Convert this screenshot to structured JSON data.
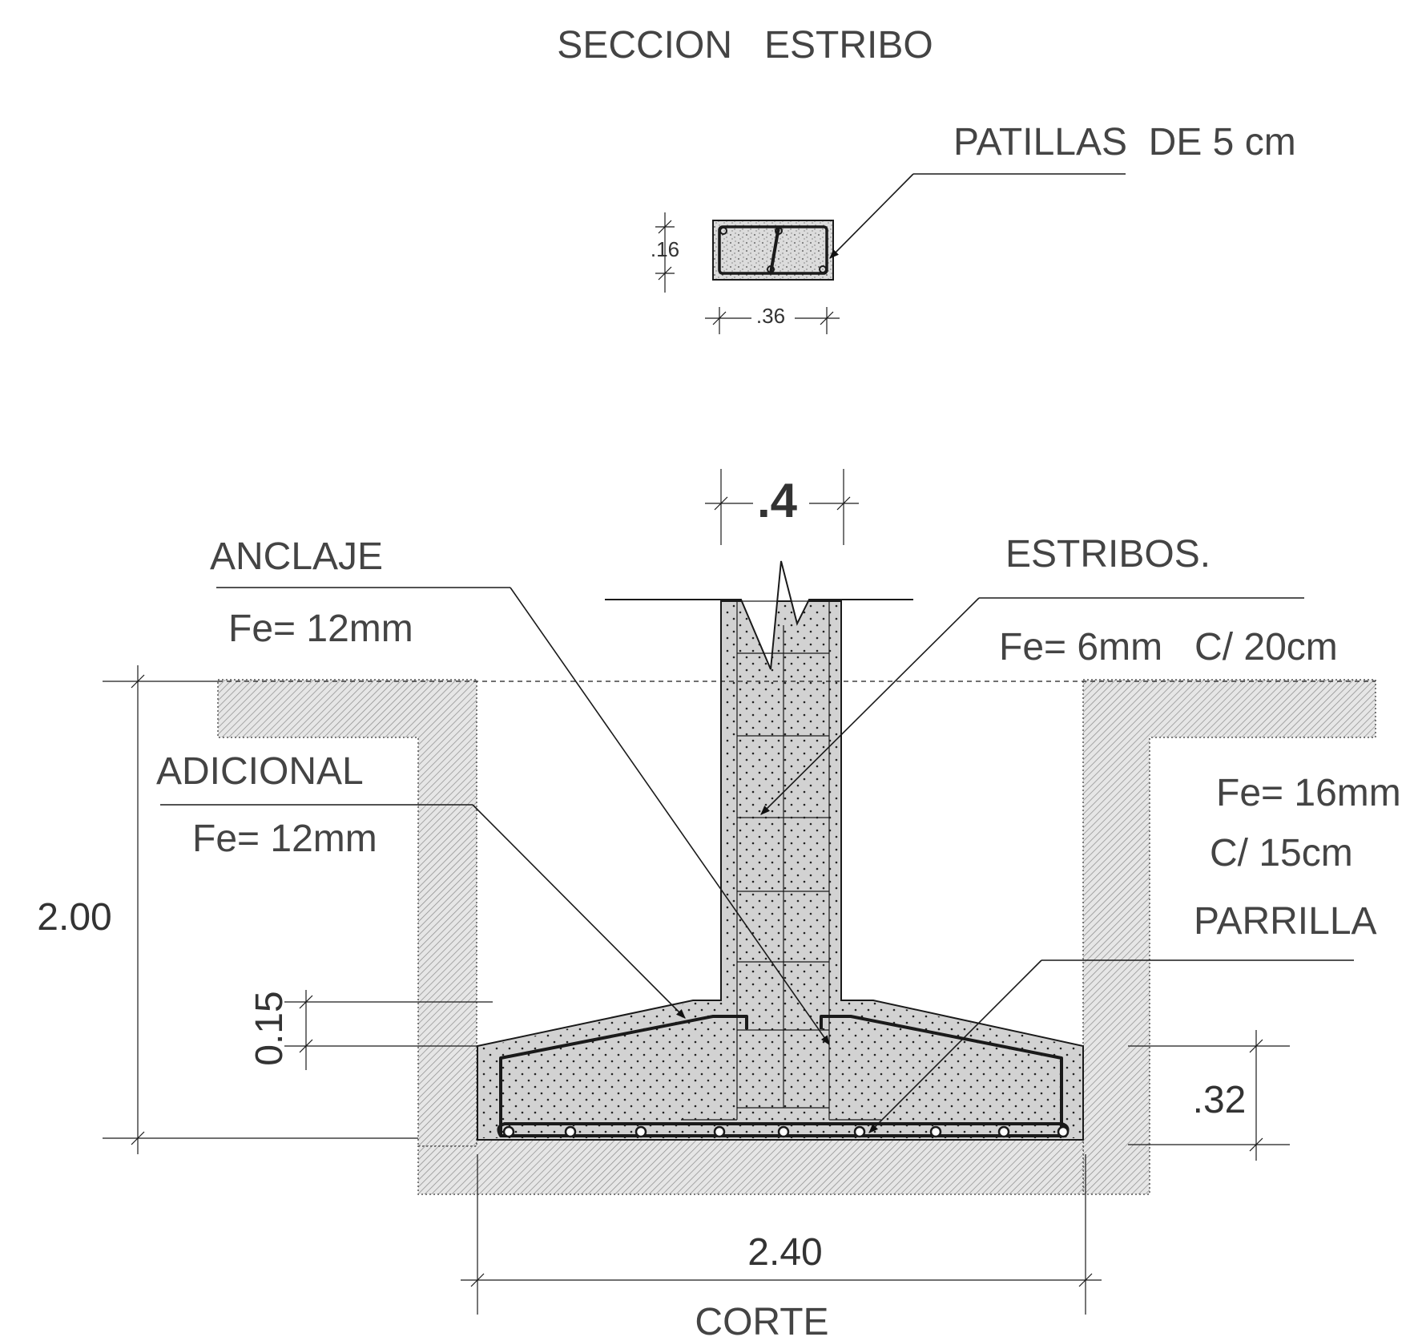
{
  "title": "SECCION   ESTRIBO",
  "stirrup_section": {
    "note": "PATILLAS  DE 5 cm",
    "height_dim": ".16",
    "width_dim": ".36"
  },
  "column_width": ".4",
  "callouts": {
    "anclaje": {
      "title": "ANCLAJE",
      "spec": "Fe= 12mm"
    },
    "estribos": {
      "title": "ESTRIBOS.",
      "spec": "Fe= 6mm   C/ 20cm"
    },
    "adicional": {
      "title": "ADICIONAL",
      "spec": "Fe= 12mm"
    },
    "parrilla": {
      "title": "PARRILLA",
      "spec_1": "Fe= 16mm",
      "spec_2": "C/ 15cm"
    }
  },
  "dimensions": {
    "depth": "2.00",
    "slope": "0.15",
    "footing_thickness": ".32",
    "footing_width": "2.40"
  },
  "caption": "CORTE",
  "colors": {
    "concrete": "#d2d2d2",
    "soil_hatch": "#8a8a8a",
    "lines": "#1a1a1a"
  }
}
